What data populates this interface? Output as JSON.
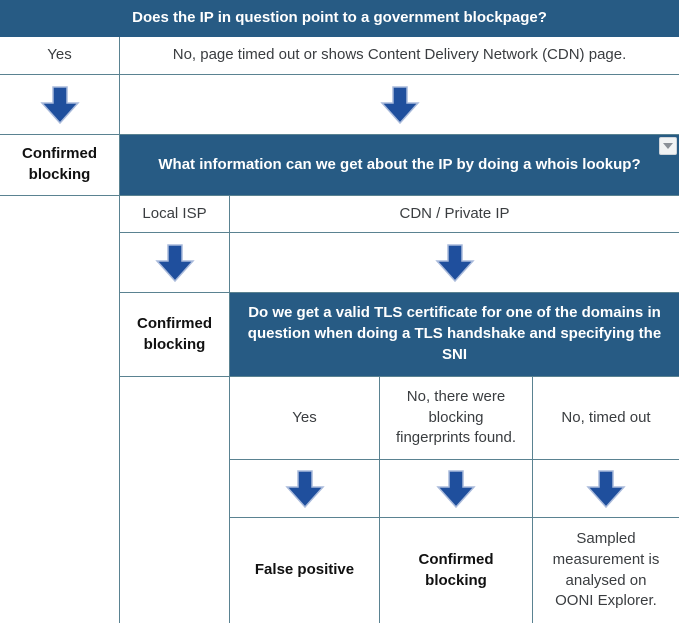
{
  "colors": {
    "question_header_bg": "#275b84",
    "question_header_text": "#ffffff",
    "table_border": "#5a8291",
    "arrow_fill": "#1f4f9d",
    "arrow_outline": "#a9badb",
    "body_text": "#3a3d40"
  },
  "flow": {
    "q1": {
      "text": "Does the IP in question point to a government blockpage?",
      "answer_yes": "Yes",
      "answer_no": "No, page timed out or shows Content Delivery Network (CDN) page."
    },
    "outcome_confirmed_1": "Confirmed blocking",
    "q2": {
      "text": "What information can we get about the IP by doing a whois lookup?",
      "answer_local_isp": "Local ISP",
      "answer_cdn": "CDN / Private IP"
    },
    "outcome_confirmed_2": "Confirmed blocking",
    "q3": {
      "text": "Do we get a valid TLS certificate for one of the domains in\nquestion when doing a TLS handshake and specifying the\nSNI",
      "answer_yes": "Yes",
      "answer_fingerprints": "No, there were blocking fingerprints found.",
      "answer_timed_out": "No, timed out"
    },
    "outcome_false_positive": "False positive",
    "outcome_confirmed_3": "Confirmed blocking",
    "outcome_sampled": "Sampled measurement is analysed on OONI Explorer."
  },
  "icons": {
    "down_arrow": "down-arrow",
    "dropdown": "dropdown-chevron"
  }
}
